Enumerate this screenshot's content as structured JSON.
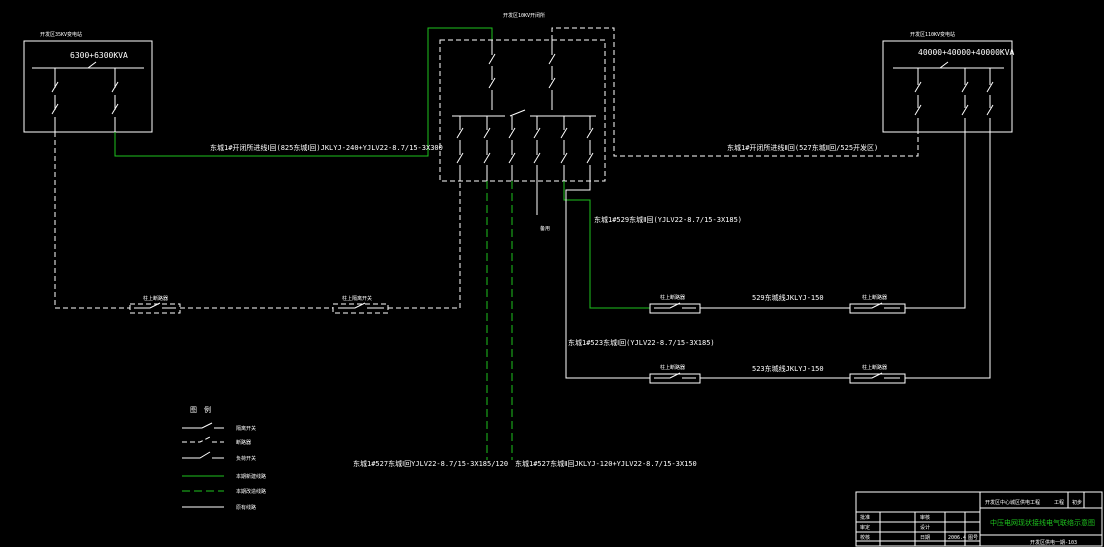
{
  "colors": {
    "background": "#000000",
    "line": "#ffffff",
    "green": "#1ec21e",
    "title_text": "#1ec21e"
  },
  "left_station": {
    "header": "开发区35KV变电站",
    "capacity": "6300+6300KVA"
  },
  "center_station": {
    "header": "开发区10KV开闭所"
  },
  "right_station": {
    "header": "开发区110KV变电站",
    "capacity": "40000+40000+40000KVA"
  },
  "cables": {
    "left_feeder": "东城1#开闭所进线Ⅰ回(825东城Ⅰ回)JKLYJ-240+YJLV22-8.7/15-3X300",
    "right_feeder": "东城1#开闭所进线Ⅱ回(527东城Ⅱ回/525开发区)",
    "middle_feeder_1": "东城1#529东城Ⅱ回(YJLV22-8.7/15-3X185)",
    "middle_feeder_2": "东城1#523东城Ⅰ回(YJLV22-8.7/15-3X185)",
    "bottom_feeder_left": "东城1#527东城Ⅰ回YJLV22-8.7/15-3X185/120",
    "bottom_feeder_right": "东城1#527东城Ⅱ回JKLYJ-120+YJLV22-8.7/15-3X150",
    "center_vertical": "备用",
    "row1_line": "529东城线JKLYJ-150",
    "row2_line": "523东城线JKLYJ-150"
  },
  "switches": {
    "left_lower_1": "柱上断路器",
    "left_lower_2": "柱上隔离开关",
    "row1_left": "柱上断路器",
    "row1_right": "柱上断路器",
    "row2_left": "柱上断路器",
    "row2_right": "柱上断路器"
  },
  "legend": {
    "title": "图　例",
    "items": [
      "隔离开关",
      "断路器",
      "负荷开关",
      "本期新建线路",
      "本期改造线路",
      "原有线路"
    ]
  },
  "title_block": {
    "project": "开发区中心城区供电工程",
    "phase": "工程",
    "stage": "初步",
    "drawing_title": "中压电网现状接线电气联络示意图",
    "roles": [
      "批准",
      "审核",
      "审定",
      "设计",
      "校核",
      "日期"
    ],
    "names": [
      "",
      "",
      "",
      "",
      "",
      ""
    ],
    "date_value": "2006.4",
    "designer": "",
    "drawing_no_label": "图号",
    "drawing_no": "开发区供电一期-103"
  }
}
